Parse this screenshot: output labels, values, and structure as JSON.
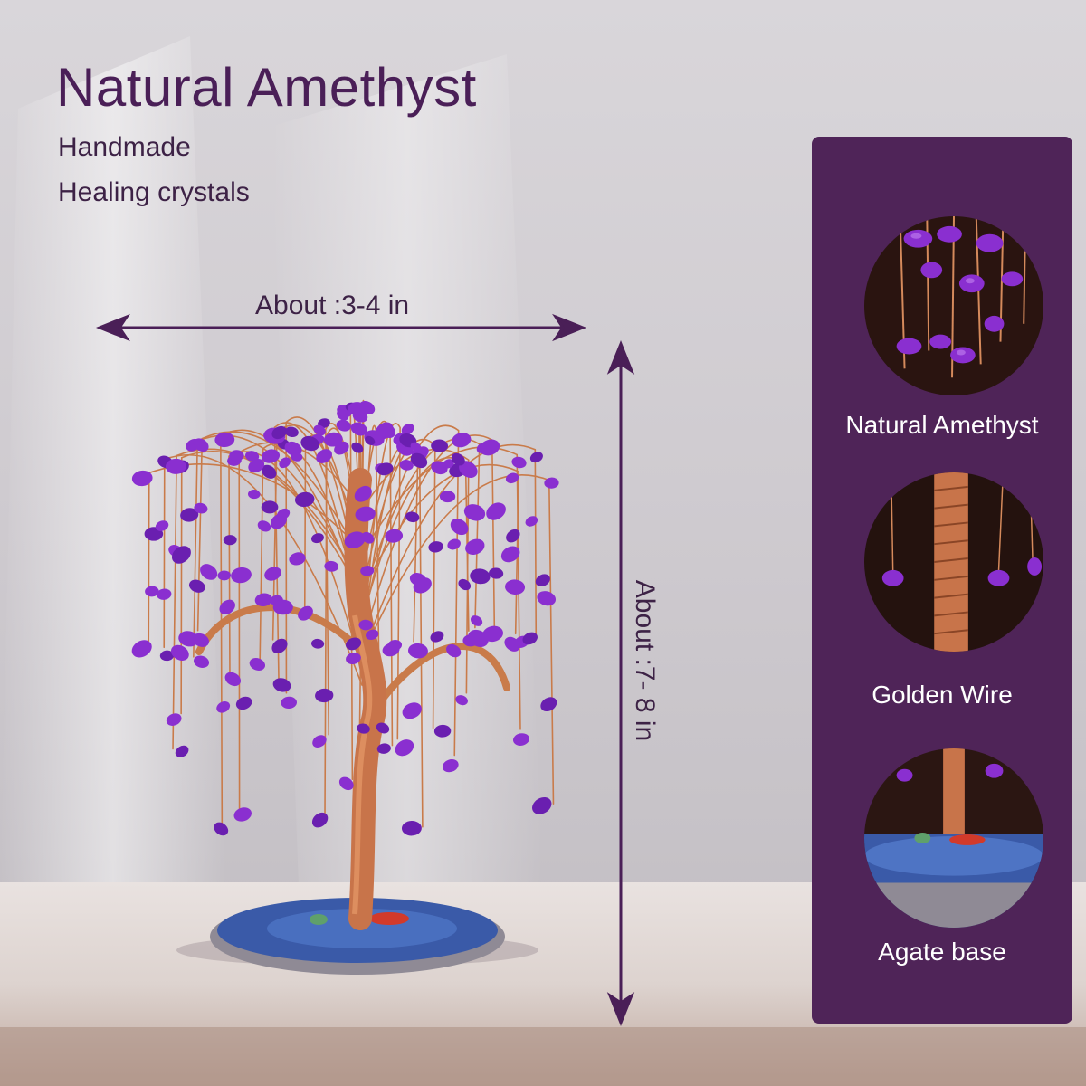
{
  "header": {
    "title": "Natural Amethyst",
    "subtitle_1": "Handmade",
    "subtitle_2": "Healing crystals"
  },
  "dimensions": {
    "width_label": "About :3-4 in",
    "height_label": "About :7- 8 in"
  },
  "features": [
    {
      "label": "Natural Amethyst",
      "icon": "amethyst-closeup-icon"
    },
    {
      "label": "Golden Wire",
      "icon": "wire-trunk-icon"
    },
    {
      "label": "Agate base",
      "icon": "agate-base-icon"
    }
  ],
  "colors": {
    "accent": "#4a1f57",
    "panel": "#4f2458",
    "amethyst": "#8a2fd0",
    "copper_wire": "#c97b4a",
    "agate": "#3a5aa8"
  }
}
